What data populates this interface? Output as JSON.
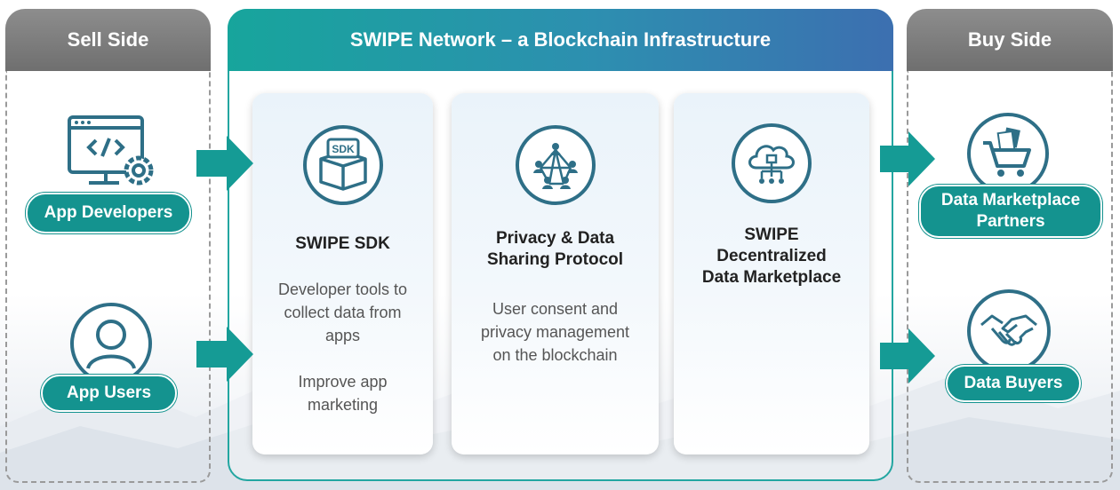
{
  "sell_side": {
    "title": "Sell Side"
  },
  "buy_side": {
    "title": "Buy Side"
  },
  "network": {
    "title": "SWIPE Network – a Blockchain Infrastructure"
  },
  "actors": {
    "app_developers": "App Developers",
    "app_users": "App Users",
    "marketplace_partners_line1": "Data Marketplace",
    "marketplace_partners_line2": "Partners",
    "data_buyers": "Data Buyers"
  },
  "cards": {
    "sdk": {
      "icon_label": "SDK",
      "title": "SWIPE SDK",
      "desc1_l1": "Developer tools to",
      "desc1_l2": "collect data from",
      "desc1_l3": "apps",
      "desc2_l1": "Improve app",
      "desc2_l2": "marketing"
    },
    "privacy": {
      "title_l1": "Privacy & Data",
      "title_l2": "Sharing Protocol",
      "desc_l1": "User consent and",
      "desc_l2": "privacy management",
      "desc_l3": "on the blockchain"
    },
    "market": {
      "title_l1": "SWIPE",
      "title_l2": "Decentralized",
      "title_l3": "Data Marketplace"
    }
  },
  "icons": {
    "developer": "code-monitor-gear-icon",
    "user": "user-icon",
    "sdk": "sdk-box-icon",
    "privacy": "network-people-icon",
    "market": "cloud-network-icon",
    "partners": "shopping-cart-icon",
    "buyers": "handshake-icon"
  },
  "colors": {
    "teal": "#14938f",
    "navy": "#2e6f87",
    "gray_header": "#7d7d7d"
  }
}
